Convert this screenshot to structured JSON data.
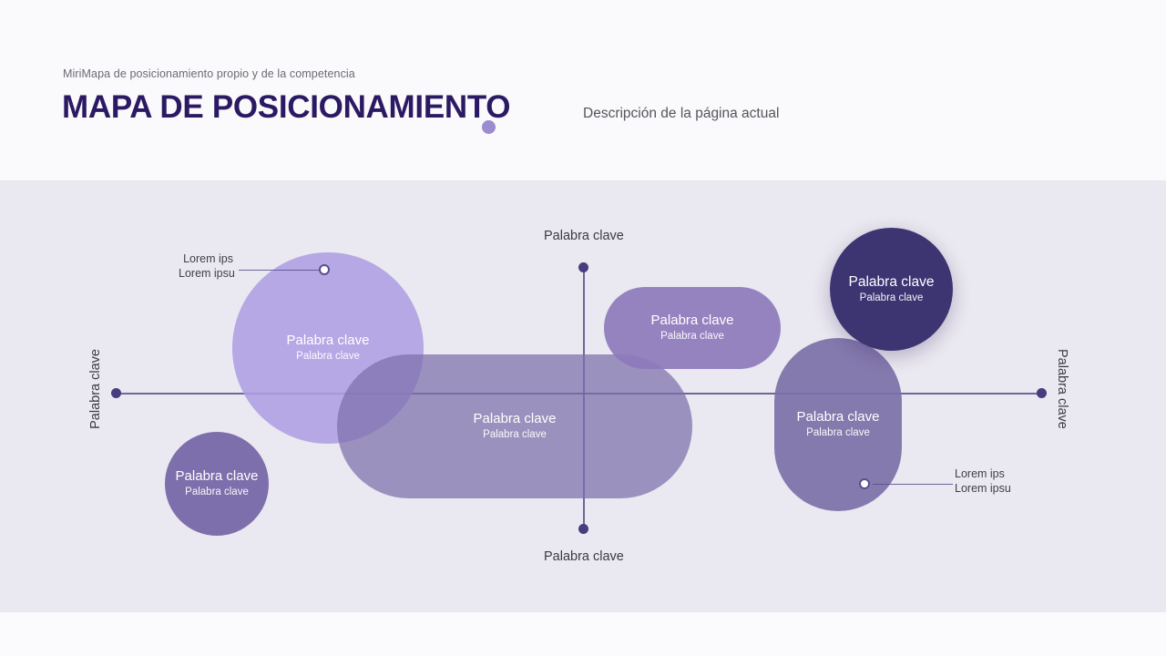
{
  "header": {
    "eyebrow": "MiriMapa de posicionamiento propio y de la competencia",
    "title": "MAPA DE POSICIONAMIENTO",
    "description": "Descripción de la página actual",
    "accent_color": "#9b8bd0",
    "title_color": "#2b1a63"
  },
  "chart_data": {
    "type": "scatter",
    "title": "MAPA DE POSICIONAMIENTO",
    "subtitle": "Descripción de la página actual",
    "grid": false,
    "legend_position": "none",
    "background_color": "#eae8f0",
    "axis_color": "#57508c",
    "xlabel": "Palabra clave",
    "ylabel": "Palabra clave",
    "axes": {
      "top_label": "Palabra clave",
      "bottom_label": "Palabra clave",
      "left_label": "Palabra clave",
      "right_label": "Palabra clave"
    },
    "bubbles": [
      {
        "id": "lilac-circle",
        "title": "Palabra clave",
        "subtitle": "Palabra clave",
        "shape": "circle",
        "color": "#ad9ee2",
        "quadrant": "upper-left"
      },
      {
        "id": "small-circle",
        "title": "Palabra clave",
        "subtitle": "Palabra clave",
        "shape": "circle",
        "color": "#7d6fab",
        "quadrant": "lower-left"
      },
      {
        "id": "wide-pill",
        "title": "Palabra clave",
        "subtitle": "Palabra clave",
        "shape": "pill",
        "color": "#7d6fab",
        "quadrant": "center"
      },
      {
        "id": "rounded-rect",
        "title": "Palabra clave",
        "subtitle": "Palabra clave",
        "shape": "rounded-rect",
        "color": "#8d7abb",
        "quadrant": "upper-right"
      },
      {
        "id": "capsule",
        "title": "Palabra clave",
        "subtitle": "Palabra clave",
        "shape": "capsule",
        "color": "#7c70a8",
        "quadrant": "right"
      },
      {
        "id": "dark-circle",
        "title": "Palabra clave",
        "subtitle": "Palabra clave",
        "shape": "circle",
        "color": "#3d3472",
        "quadrant": "upper-right"
      }
    ],
    "callouts": [
      {
        "id": "callout-left",
        "line1": "Lorem ips",
        "line2": "Lorem ipsu",
        "anchor": "lilac-circle",
        "side": "left"
      },
      {
        "id": "callout-right",
        "line1": "Lorem ips",
        "line2": "Lorem ipsu",
        "anchor": "capsule",
        "side": "right"
      }
    ]
  }
}
